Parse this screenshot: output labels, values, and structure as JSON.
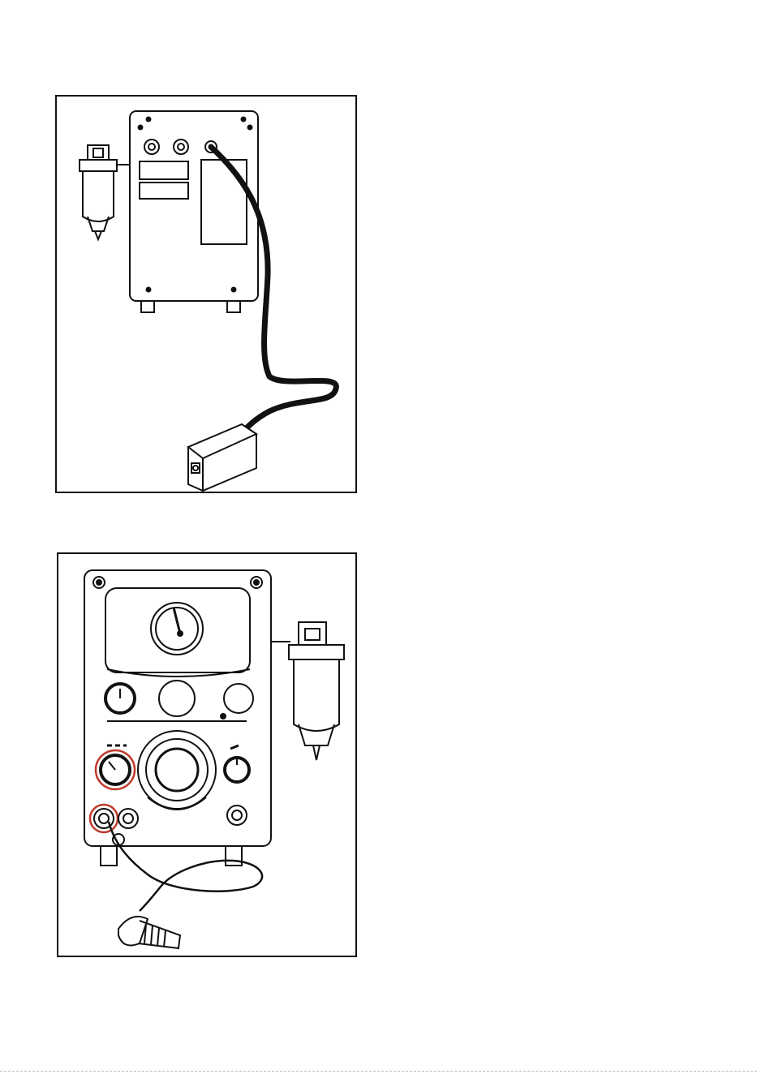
{
  "figures": [
    {
      "id": "fig-top",
      "illustration": "rear-panel-with-cable"
    },
    {
      "id": "fig-bottom",
      "illustration": "front-panel-with-probe"
    }
  ],
  "colors": {
    "line": "#111111",
    "highlight": "#c0392b",
    "paper": "#ffffff"
  },
  "icons": {
    "fig-top": [
      "air-filter-icon",
      "cable-gland-icon",
      "connector-block-icon"
    ],
    "fig-bottom": [
      "pressure-gauge-icon",
      "rotary-knob-icon",
      "air-filter-icon",
      "probe-connector-icon"
    ]
  }
}
